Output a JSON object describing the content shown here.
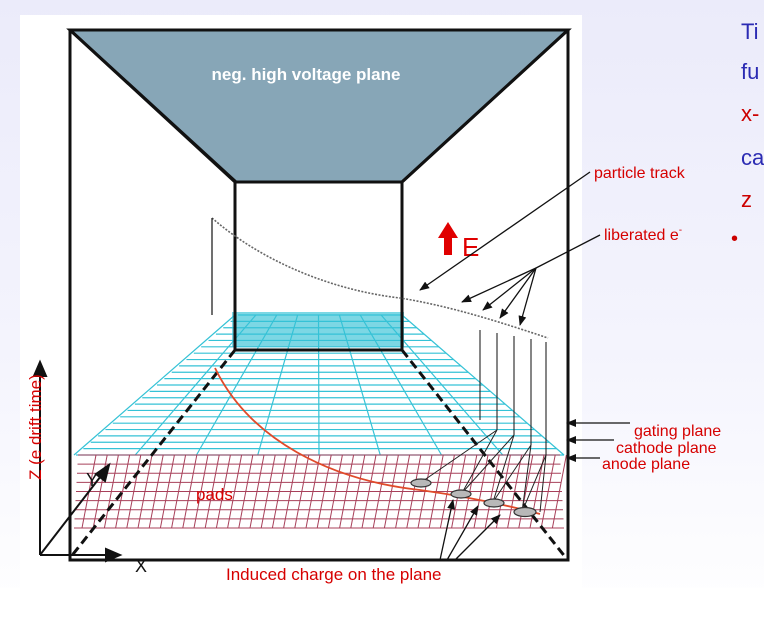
{
  "diagram": {
    "hv_plane_label": "neg. high voltage plane",
    "particle_track_label": "particle track",
    "liberated_label": "liberated e",
    "liberated_sup": "-",
    "field_label": "E",
    "gating_plane_label": "gating plane",
    "cathode_plane_label": "cathode plane",
    "anode_plane_label": "anode plane",
    "pads_label": "pads",
    "induced_charge_label": "Induced charge on the plane",
    "axis_z_label": "Z (e drift time)",
    "axis_y_label": "Y",
    "axis_x_label": "X"
  },
  "side_panel": {
    "lines": [
      {
        "text": "Ti",
        "color": "#2b2bb3"
      },
      {
        "text": "fu",
        "color": "#2b2bb3"
      },
      {
        "text": "x-",
        "color": "#cc0000"
      },
      {
        "text": "ca",
        "color": "#2b2bb3"
      },
      {
        "text": "z",
        "color": "#cc0000"
      }
    ],
    "bullet": "•"
  },
  "colors": {
    "hv_plane": "#87a6b7",
    "grid": "#35c2d6",
    "pad_grid": "#a8405a",
    "annotation": "#d60000",
    "frame": "#111111"
  }
}
